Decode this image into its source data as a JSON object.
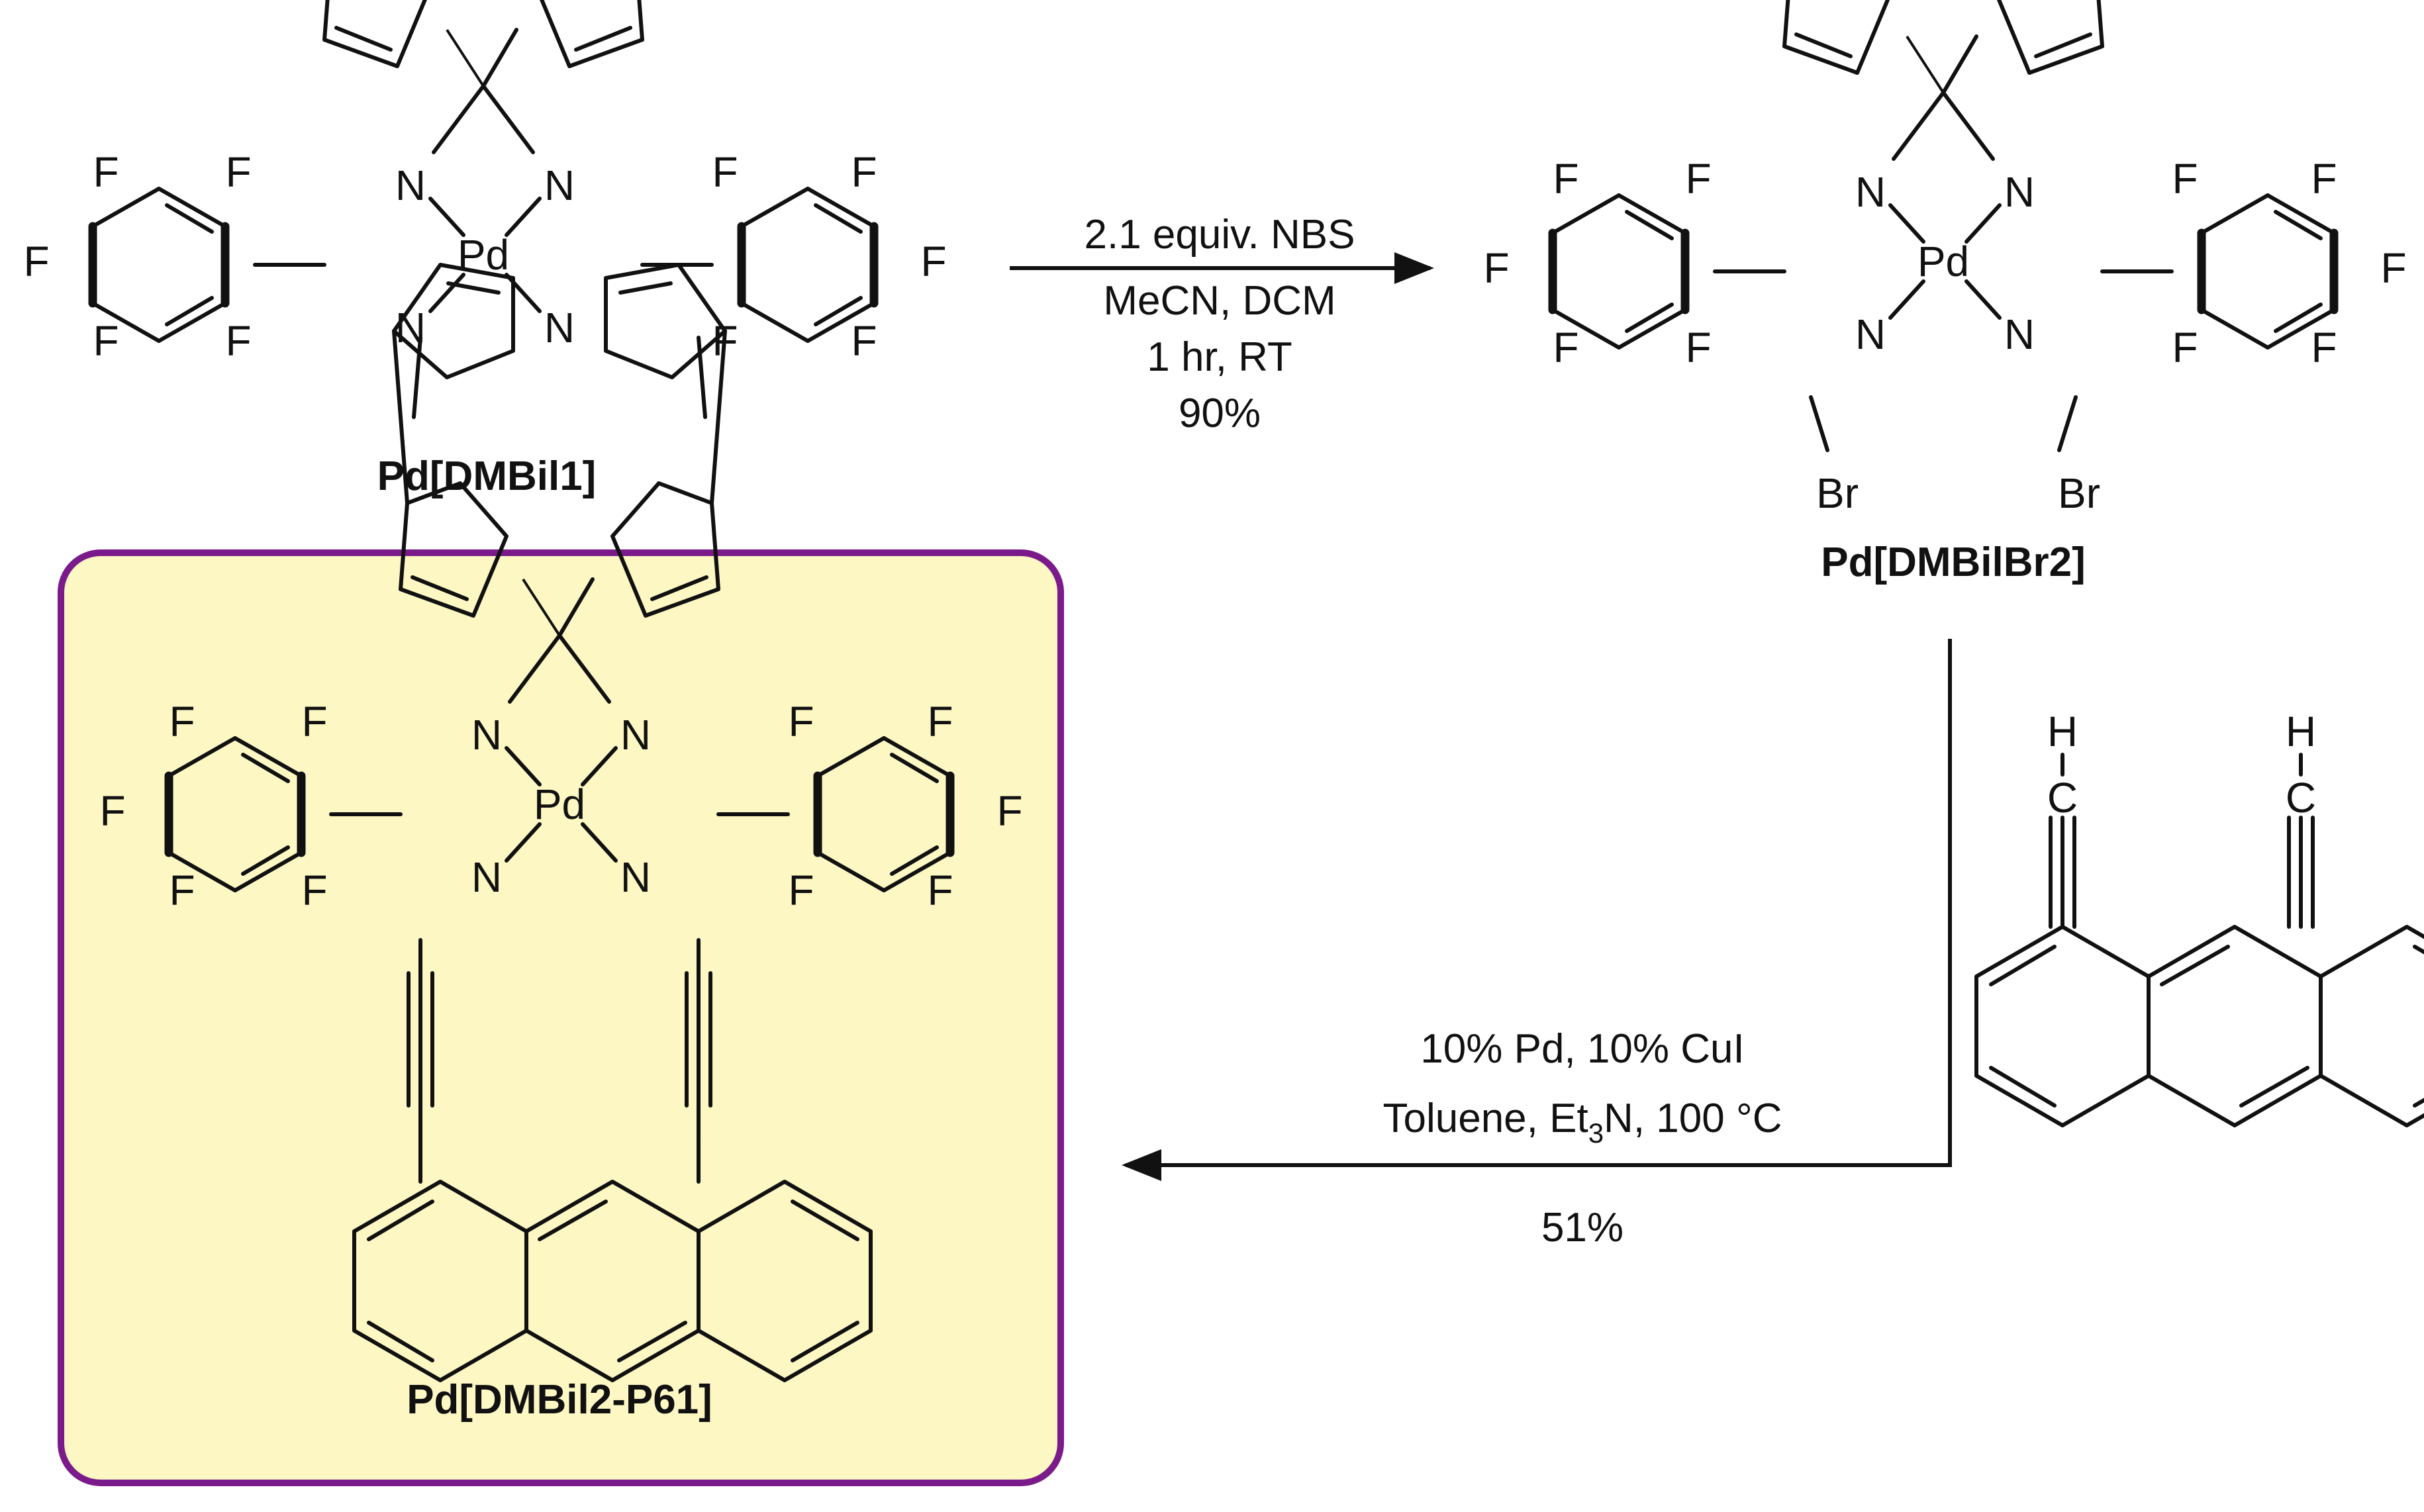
{
  "colors": {
    "ink": "#111111",
    "highlight_fill": "#fdf7c3",
    "highlight_border": "#7b1a8a"
  },
  "compounds": {
    "pd_dmbil1": {
      "name": "Pd[DMBil1]"
    },
    "pd_dmbilbr2": {
      "name": "Pd[DMBilBr2]"
    },
    "pd_dmbil2_p61": {
      "name": "Pd[DMBil2-P61]"
    }
  },
  "atoms": {
    "fluorine": "F",
    "nitrogen": "N",
    "palladium": "Pd",
    "bromine": "Br",
    "hydrogen": "H",
    "carbon": "C"
  },
  "reactions": {
    "bromination": {
      "reagent": "2.1 equiv. NBS",
      "solvent": "MeCN, DCM",
      "conditions": "1 hr, RT",
      "yield": "90%"
    },
    "coupling": {
      "catalyst": "10% Pd, 10% CuI",
      "solvent_base": "Toluene, Et",
      "subscript": "3",
      "solvent_base_tail": "N, 100 °C",
      "yield": "51%"
    }
  }
}
